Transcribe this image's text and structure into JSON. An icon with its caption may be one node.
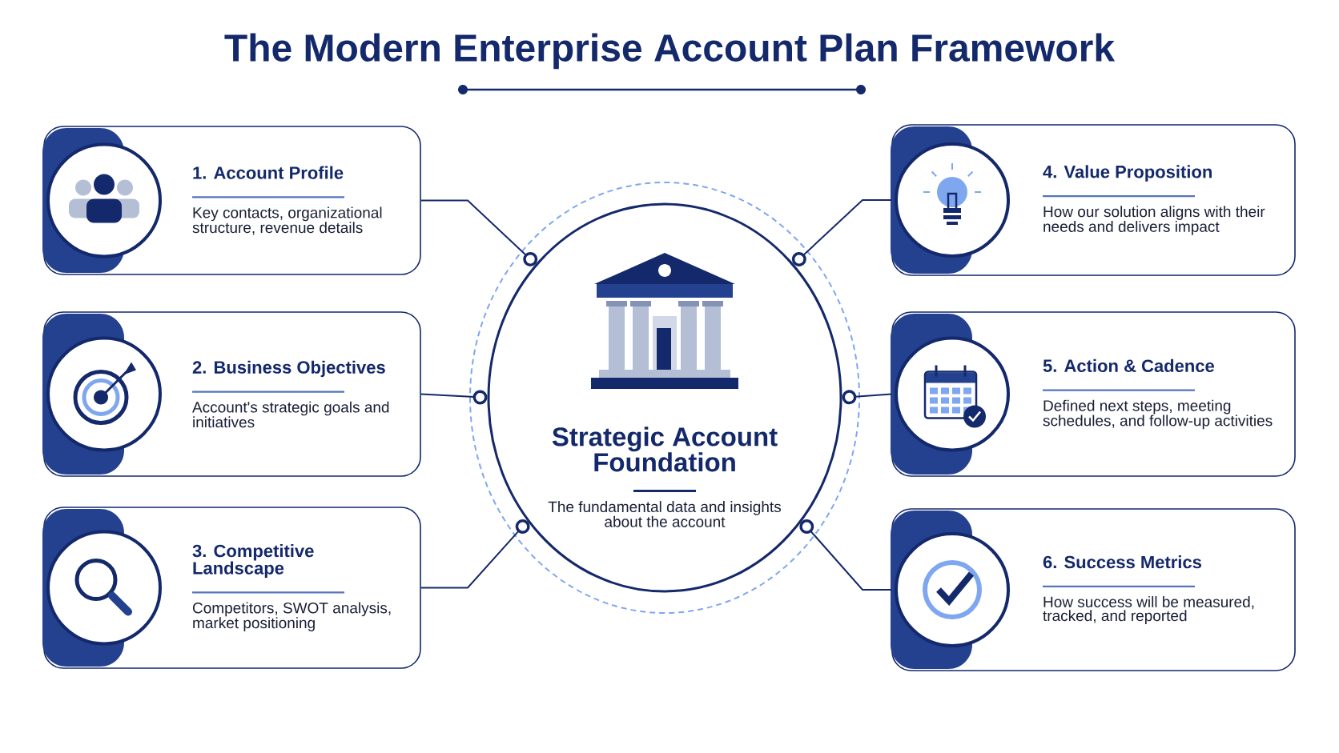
{
  "diagram": {
    "title": "The Modern Enterprise Account Plan Framework",
    "nodes": [
      {
        "text": [
          "Strategic Account Foundation",
          "The fundamental data and insights about the account"
        ]
      },
      {
        "text": [
          "1. Account Profile",
          "Key contacts, organizational structure, revenue details"
        ]
      },
      {
        "text": [
          "2. Business Objectives",
          "Account's strategic goals and initiatives"
        ]
      },
      {
        "text": [
          "3. Competitive Landscape",
          "Competitors, SWOT analysis, market positioning"
        ]
      },
      {
        "text": [
          "4. Value Proposition",
          "How our solution aligns with their needs and delivers impact"
        ]
      },
      {
        "text": [
          "5. Action & Cadence",
          "Defined next steps, meeting schedules, and follow-up activities"
        ]
      },
      {
        "text": [
          "6. Success Metrics",
          "How success will be measured, tracked, and reported"
        ]
      }
    ],
    "edges": [
      {
        "from": 0,
        "to": 1,
        "arrow": "other"
      },
      {
        "from": 0,
        "to": 2,
        "arrow": "other"
      },
      {
        "from": 0,
        "to": 3,
        "arrow": "other"
      },
      {
        "from": 0,
        "to": 4,
        "arrow": "other"
      },
      {
        "from": 0,
        "to": 5,
        "arrow": "other"
      },
      {
        "from": 0,
        "to": 6,
        "arrow": "other"
      }
    ]
  }
}
